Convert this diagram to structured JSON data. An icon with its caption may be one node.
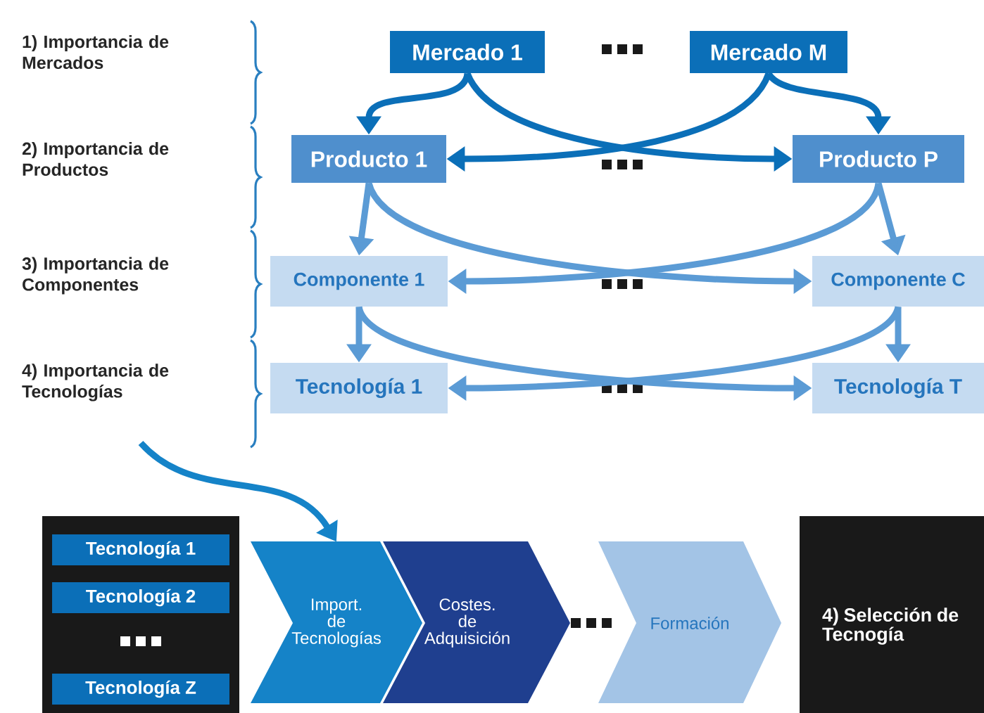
{
  "diagram": {
    "nodes": [
      {
        "text": [
          "Mercado 1"
        ]
      },
      {
        "text": [
          "Mercado M"
        ]
      },
      {
        "text": [
          "Producto 1"
        ]
      },
      {
        "text": [
          "Producto P"
        ]
      },
      {
        "text": [
          "Componente 1"
        ]
      },
      {
        "text": [
          "Componente C"
        ]
      },
      {
        "text": [
          "Tecnología 1"
        ]
      },
      {
        "text": [
          "Tecnología T"
        ]
      },
      {
        "text": [],
        "shape": "box"
      },
      {
        "text": [
          "Tecnología 1"
        ],
        "in": 8
      },
      {
        "text": [
          "Tecnología 2"
        ],
        "in": 8
      },
      {
        "text": [
          "Tecnología Z"
        ],
        "in": 8
      },
      {
        "text": [
          "Import. de Tecnologías"
        ]
      },
      {
        "text": [
          "Costes. de Adquisición"
        ]
      },
      {
        "text": [
          "Formación"
        ]
      },
      {
        "text": [
          "4) Selección de Tecnogía"
        ]
      }
    ],
    "edges": [
      {
        "from": 0,
        "to": 2,
        "arrow": "to"
      },
      {
        "from": 0,
        "to": 3,
        "arrow": "to"
      },
      {
        "from": 1,
        "to": 2,
        "arrow": "to"
      },
      {
        "from": 1,
        "to": 3,
        "arrow": "to"
      },
      {
        "from": 2,
        "to": 4,
        "arrow": "to"
      },
      {
        "from": 2,
        "to": 5,
        "arrow": "to"
      },
      {
        "from": 3,
        "to": 4,
        "arrow": "to"
      },
      {
        "from": 3,
        "to": 5,
        "arrow": "to"
      },
      {
        "from": 4,
        "to": 6,
        "arrow": "to"
      },
      {
        "from": 4,
        "to": 7,
        "arrow": "to"
      },
      {
        "from": 5,
        "to": 6,
        "arrow": "to"
      },
      {
        "from": 5,
        "to": 7,
        "arrow": "to"
      },
      {
        "from": null,
        "to": 12,
        "arrow": "to"
      }
    ],
    "labels": [
      "1) Importancia de Mercados",
      "2) Importancia de Productos",
      "3) Importancia de Componentes",
      "4) Importancia de Tecnologías"
    ]
  }
}
